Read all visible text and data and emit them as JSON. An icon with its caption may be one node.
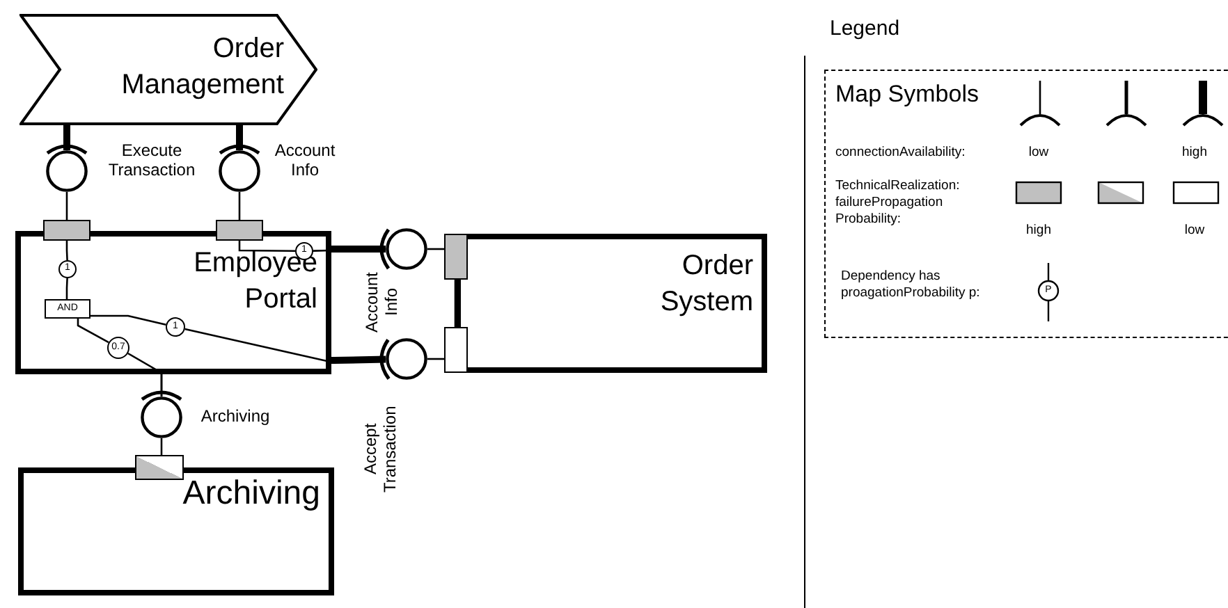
{
  "diagram": {
    "nodes": [
      {
        "text": [
          "Order Management"
        ]
      },
      {
        "text": [],
        "shape": "circle",
        "beside": [
          "Execute Transaction"
        ]
      },
      {
        "text": [],
        "shape": "circle",
        "beside": [
          "Account Info"
        ]
      },
      {
        "text": [
          "Employee Portal"
        ]
      },
      {
        "text": [],
        "shape": "box"
      },
      {
        "text": [],
        "shape": "box"
      },
      {
        "text": [
          "1"
        ],
        "in": 3
      },
      {
        "text": [
          "AND"
        ],
        "in": 3
      },
      {
        "text": [
          "1"
        ],
        "in": 3
      },
      {
        "text": [
          "1"
        ],
        "in": 3
      },
      {
        "text": [
          "0.7"
        ],
        "in": 3
      },
      {
        "text": [],
        "shape": "circle",
        "beside": [
          "Account Info"
        ]
      },
      {
        "text": [],
        "shape": "circle",
        "beside": [
          "Accept Transaction"
        ]
      },
      {
        "text": [
          "Order System"
        ]
      },
      {
        "text": [],
        "shape": "box"
      },
      {
        "text": [],
        "shape": "box"
      },
      {
        "text": [],
        "shape": "circle",
        "beside": [
          "Archiving"
        ]
      },
      {
        "text": [],
        "shape": "box"
      },
      {
        "text": [
          "Archiving"
        ]
      }
    ],
    "edges": [
      {
        "from": 0,
        "to": 1,
        "arrow": "other",
        "style": "thick"
      },
      {
        "from": 0,
        "to": 2,
        "arrow": "other",
        "style": "thick"
      },
      {
        "from": 1,
        "to": 4,
        "arrow": "none"
      },
      {
        "from": 2,
        "to": 5,
        "arrow": "none"
      },
      {
        "from": 4,
        "to": 6,
        "arrow": "none"
      },
      {
        "from": 6,
        "to": 7,
        "arrow": "none"
      },
      {
        "from": 5,
        "to": 8,
        "arrow": "none"
      },
      {
        "from": 8,
        "to": 11,
        "arrow": "none"
      },
      {
        "from": 7,
        "to": 9,
        "arrow": "none"
      },
      {
        "from": 9,
        "to": 12,
        "arrow": "none"
      },
      {
        "from": 7,
        "to": 10,
        "arrow": "none"
      },
      {
        "from": 10,
        "to": 16,
        "arrow": "none"
      },
      {
        "from": 3,
        "to": 11,
        "arrow": "other",
        "style": "thick"
      },
      {
        "from": 3,
        "to": 12,
        "arrow": "other",
        "style": "thick"
      },
      {
        "from": 3,
        "to": 16,
        "arrow": "other"
      },
      {
        "from": 11,
        "to": 14,
        "arrow": "none"
      },
      {
        "from": 12,
        "to": 15,
        "arrow": "none"
      },
      {
        "from": 14,
        "to": 15,
        "arrow": "none"
      },
      {
        "from": 16,
        "to": 17,
        "arrow": "none"
      }
    ],
    "labels": [
      "Legend",
      "Map Symbols",
      "low",
      "high",
      "high",
      "low",
      "P"
    ],
    "legend": [
      {
        "text": "connectionAvailability:"
      },
      {
        "text": "TechnicalRealization: failurePropagation Probability:"
      },
      {
        "text": "Dependency has proagationProbability p:"
      }
    ]
  }
}
